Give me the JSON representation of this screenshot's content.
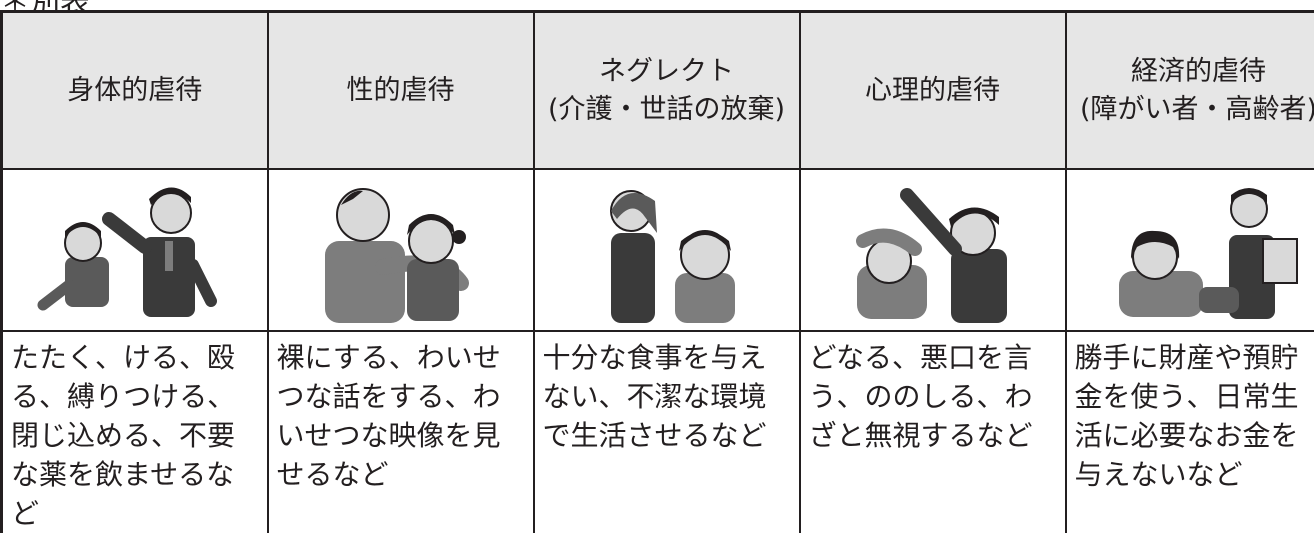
{
  "top_fragment": "＊別表",
  "columns": [
    {
      "header": [
        "身体的虐待"
      ],
      "icon": "physical-abuse-illustration",
      "description": [
        "たたく、ける、殴",
        "る、縛りつける、",
        "閉じ込める、不要",
        "な薬を飲ませるな",
        "ど"
      ]
    },
    {
      "header": [
        "性的虐待"
      ],
      "icon": "sexual-abuse-illustration",
      "description": [
        "裸にする、わいせ",
        "つな話をする、わ",
        "いせつな映像を見",
        "せるなど"
      ]
    },
    {
      "header": [
        "ネグレクト",
        "(介護・世話の放棄)"
      ],
      "icon": "neglect-illustration",
      "description": [
        "十分な食事を与え",
        "ない、不潔な環境",
        "で生活させるなど"
      ]
    },
    {
      "header": [
        "心理的虐待"
      ],
      "icon": "psychological-abuse-illustration",
      "description": [
        "どなる、悪口を言",
        "う、ののしる、わ",
        "ざと無視するなど"
      ]
    },
    {
      "header": [
        "経済的虐待",
        "(障がい者・高齢者)"
      ],
      "icon": "economic-abuse-illustration",
      "description": [
        "勝手に財産や預貯",
        "金を使う、日常生",
        "活に必要なお金を",
        "与えないなど"
      ]
    }
  ],
  "colors": {
    "header_bg": "#e6e6e6",
    "border": "#231f20",
    "figure_dark": "#3a3a3a",
    "figure_mid": "#7d7d7d",
    "skin": "#d9d9d9"
  }
}
